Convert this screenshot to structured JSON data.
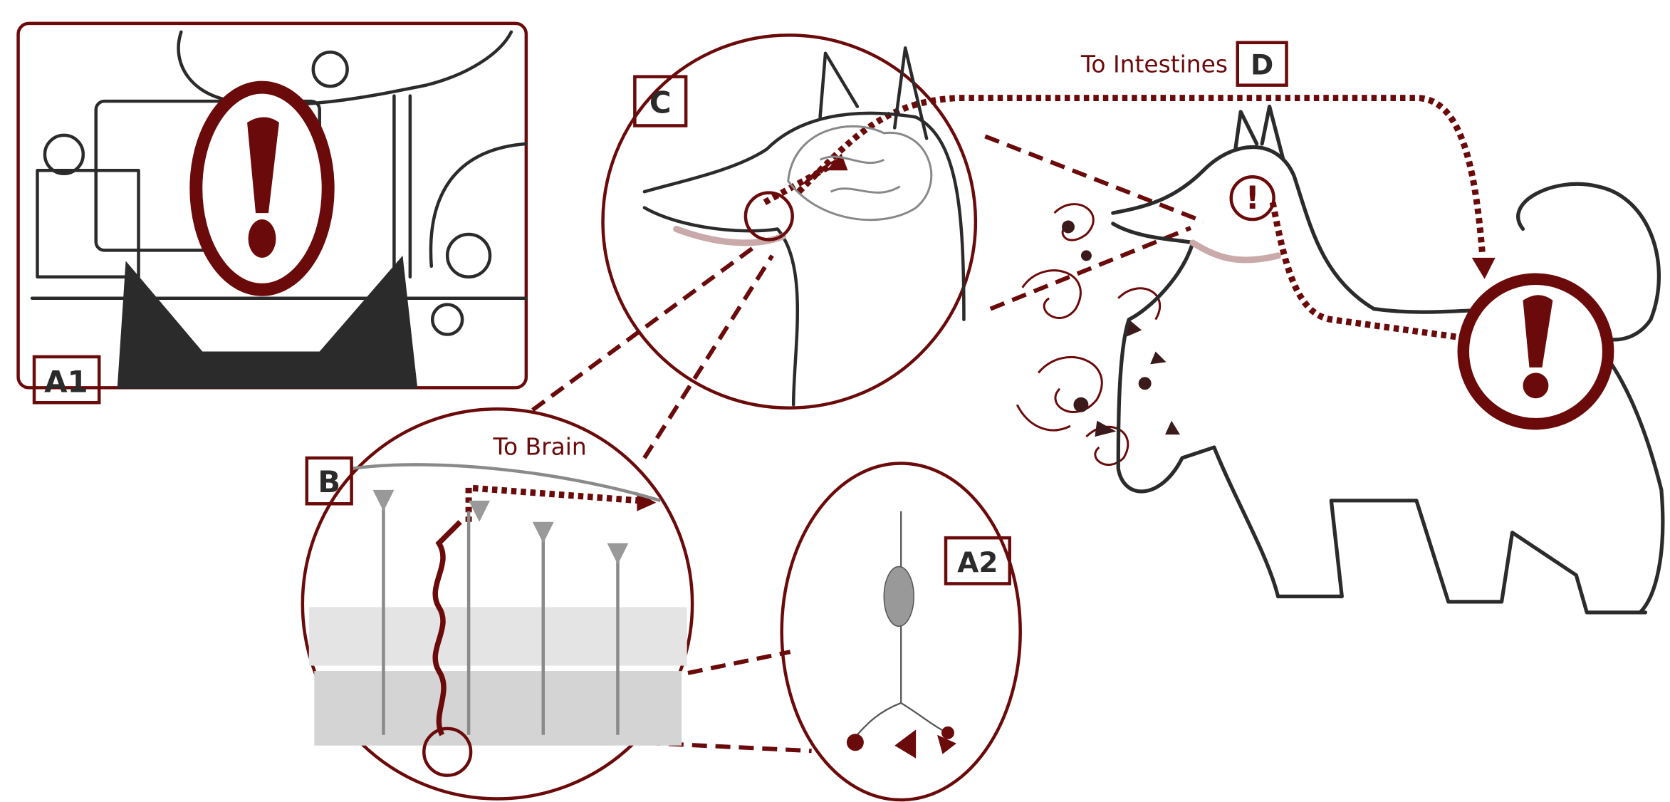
{
  "colors": {
    "accent": "#6b0a0a",
    "ink": "#2b2b2b"
  },
  "panels": {
    "a1": {
      "label": "A1"
    },
    "a2": {
      "label": "A2"
    },
    "b": {
      "label": "B",
      "caption": "To Brain"
    },
    "c": {
      "label": "C"
    },
    "d": {
      "label": "D",
      "caption": "To Intestines"
    }
  },
  "icons": [
    "exclamation-alert-icon"
  ]
}
